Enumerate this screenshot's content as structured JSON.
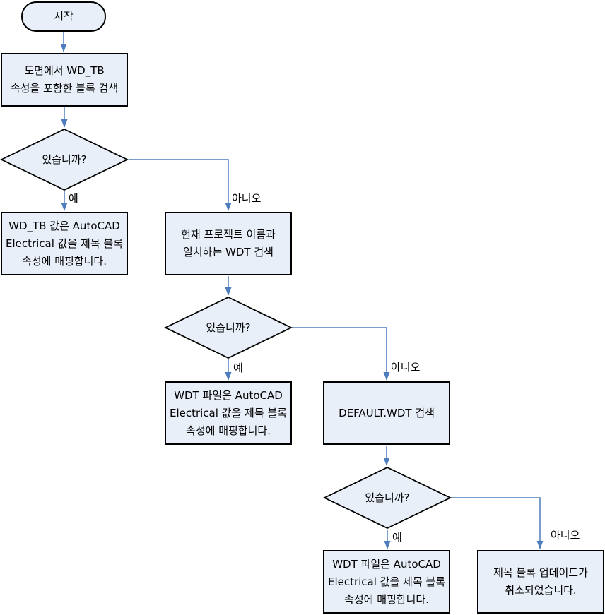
{
  "diagram": {
    "description": "Title block update flowchart (AutoCAD Electrical, Korean)",
    "colors": {
      "shape_fill": "#e9eff9",
      "shape_border": "#000000",
      "connector": "#4d7dbd",
      "text": "#000000"
    },
    "nodes": {
      "start": {
        "label": "시작"
      },
      "search_block": {
        "lines": [
          "도면에서 WD_TB",
          "속성을 포함한 블록 검색"
        ]
      },
      "decision1": {
        "label": "있습니까?"
      },
      "map_wdtb": {
        "lines": [
          "WD_TB 값은 AutoCAD",
          "Electrical 값을 제목 블록",
          "속성에 매핑합니다."
        ]
      },
      "search_project_wdt": {
        "lines": [
          "현재 프로젝트 이름과",
          "일치하는 WDT 검색"
        ]
      },
      "decision2": {
        "label": "있습니까?"
      },
      "map_wdt_file_1": {
        "lines": [
          "WDT 파일은 AutoCAD",
          "Electrical 값을 제목 블록",
          "속성에 매핑합니다."
        ]
      },
      "search_default_wdt": {
        "lines": [
          "DEFAULT.WDT 검색"
        ]
      },
      "decision3": {
        "label": "있습니까?"
      },
      "map_wdt_file_2": {
        "lines": [
          "WDT 파일은 AutoCAD",
          "Electrical 값을 제목 블록",
          "속성에 매핑합니다."
        ]
      },
      "update_cancelled": {
        "lines": [
          "제목 블록 업데이트가",
          "취소되었습니다."
        ]
      }
    },
    "edge_labels": {
      "yes": "예",
      "no": "아니오"
    }
  }
}
